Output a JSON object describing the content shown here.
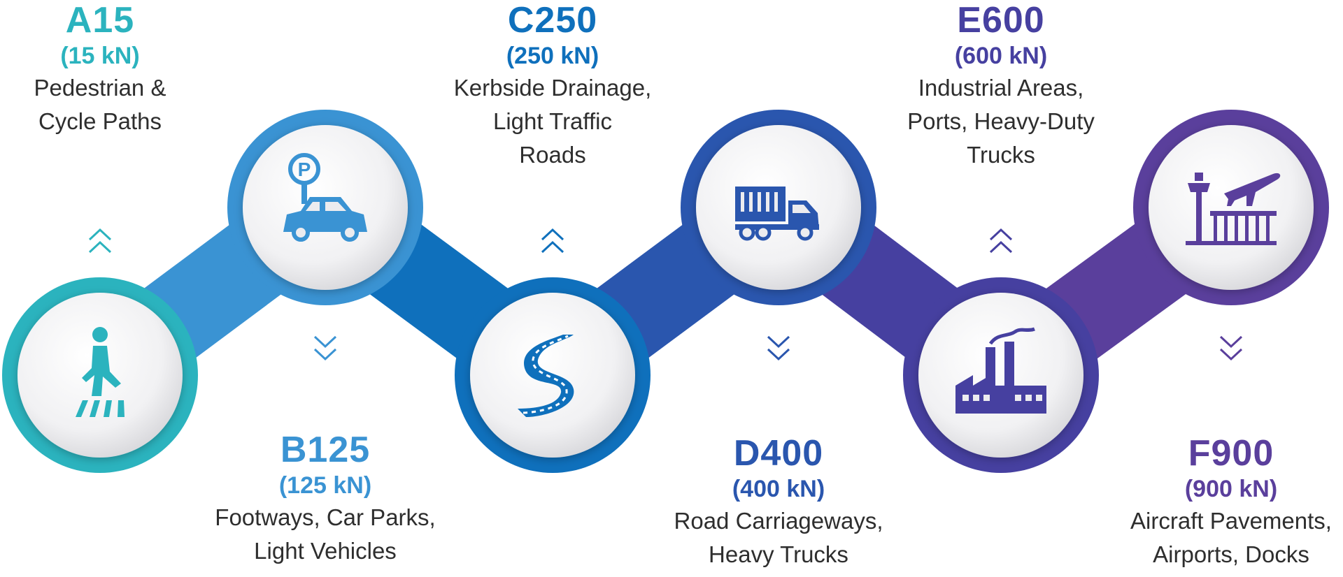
{
  "colors": {
    "a": "#2BB3BE",
    "b": "#3A93D3",
    "c": "#0F70BC",
    "d": "#2A56AE",
    "e": "#4640A0",
    "f": "#5A3F9C",
    "text": "#2e2e2e"
  },
  "classes": [
    {
      "code": "A15",
      "load": "(15 kN)",
      "lines": [
        "Pedestrian &",
        "Cycle Paths"
      ],
      "icon": "pedestrian-crossing-icon",
      "color": "#2BB3BE"
    },
    {
      "code": "B125",
      "load": "(125 kN)",
      "lines": [
        "Footways, Car Parks,",
        "Light Vehicles"
      ],
      "icon": "car-park-icon",
      "color": "#3A93D3"
    },
    {
      "code": "C250",
      "load": "(250 kN)",
      "lines": [
        "Kerbside Drainage,",
        "Light Traffic",
        "Roads"
      ],
      "icon": "winding-road-icon",
      "color": "#0F70BC"
    },
    {
      "code": "D400",
      "load": "(400 kN)",
      "lines": [
        "Road Carriageways,",
        "Heavy Trucks"
      ],
      "icon": "truck-icon",
      "color": "#2A56AE"
    },
    {
      "code": "E600",
      "load": "(600 kN)",
      "lines": [
        "Industrial Areas,",
        "Ports, Heavy-Duty",
        "Trucks"
      ],
      "icon": "factory-icon",
      "color": "#4640A0"
    },
    {
      "code": "F900",
      "load": "(900 kN)",
      "lines": [
        "Aircraft Pavements,",
        "Airports, Docks"
      ],
      "icon": "airport-icon",
      "color": "#5A3F9C"
    }
  ]
}
